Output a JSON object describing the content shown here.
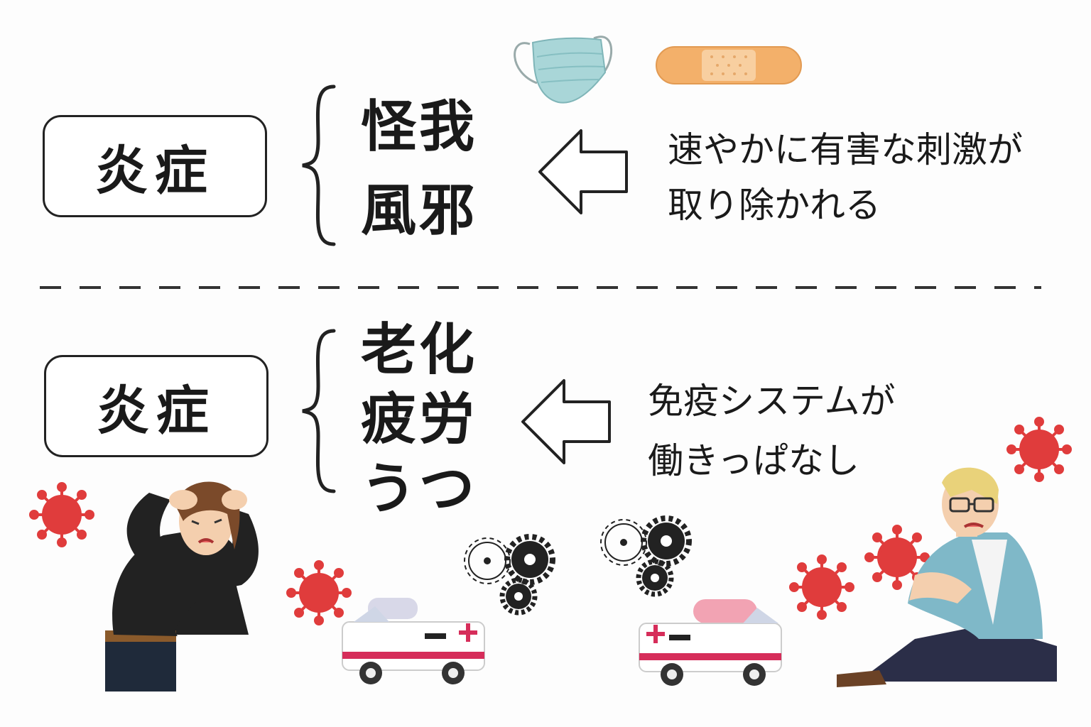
{
  "section_top": {
    "label": "炎症",
    "items": [
      "怪我",
      "風邪"
    ],
    "cause_line1": "速やかに有害な刺激が",
    "cause_line2": "取り除かれる"
  },
  "section_bottom": {
    "label": "炎症",
    "items": [
      "老化",
      "疲労",
      "うつ"
    ],
    "cause_line1": "免疫システムが",
    "cause_line2": "働きっぱなし"
  },
  "colors": {
    "virus": "#e03c3c",
    "mask": "#a9d6d8",
    "bandage": "#f3b06a",
    "ambulance_stripe": "#d62d5a"
  }
}
